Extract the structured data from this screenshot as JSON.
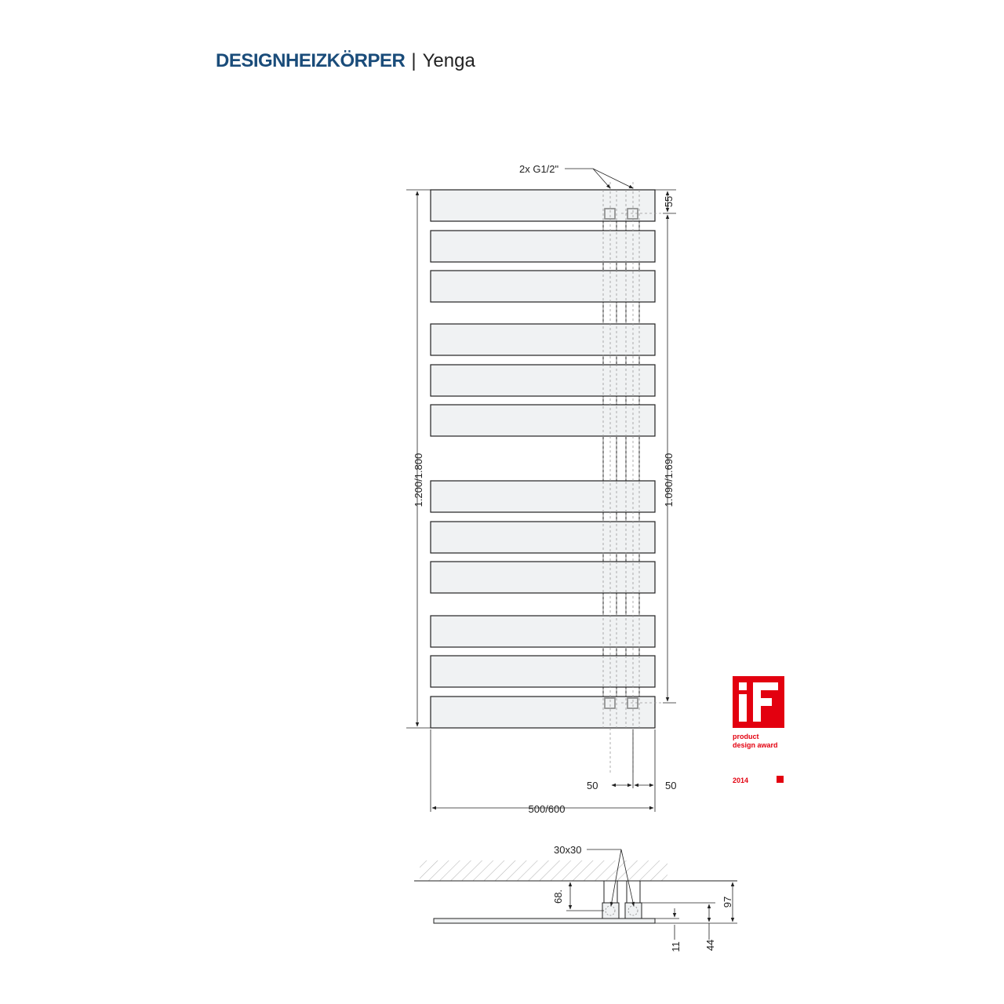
{
  "header": {
    "category": "DESIGNHEIZKÖRPER",
    "separator": "|",
    "model": "Yenga"
  },
  "front_view": {
    "connection_label": "2x G1/2\"",
    "height_label": "1.200/1.800",
    "connection_spacing_label": "1.090/1.690",
    "top_offset_label": "55",
    "left_axis_label": "50",
    "right_axis_label": "50",
    "width_label": "500/600"
  },
  "side_view": {
    "pipe_label": "30x30",
    "depth_label_left": "68.",
    "depth_label_right": "97",
    "bottom_label_a": "11",
    "bottom_label_b": "44"
  },
  "award": {
    "logo_text": "iF",
    "line1": "product",
    "line2": "design award",
    "year": "2014"
  },
  "colors": {
    "brand_blue": "#1a4c7a",
    "award_red": "#e3000f",
    "panel_fill": "#f0f2f3",
    "line": "#222222"
  }
}
